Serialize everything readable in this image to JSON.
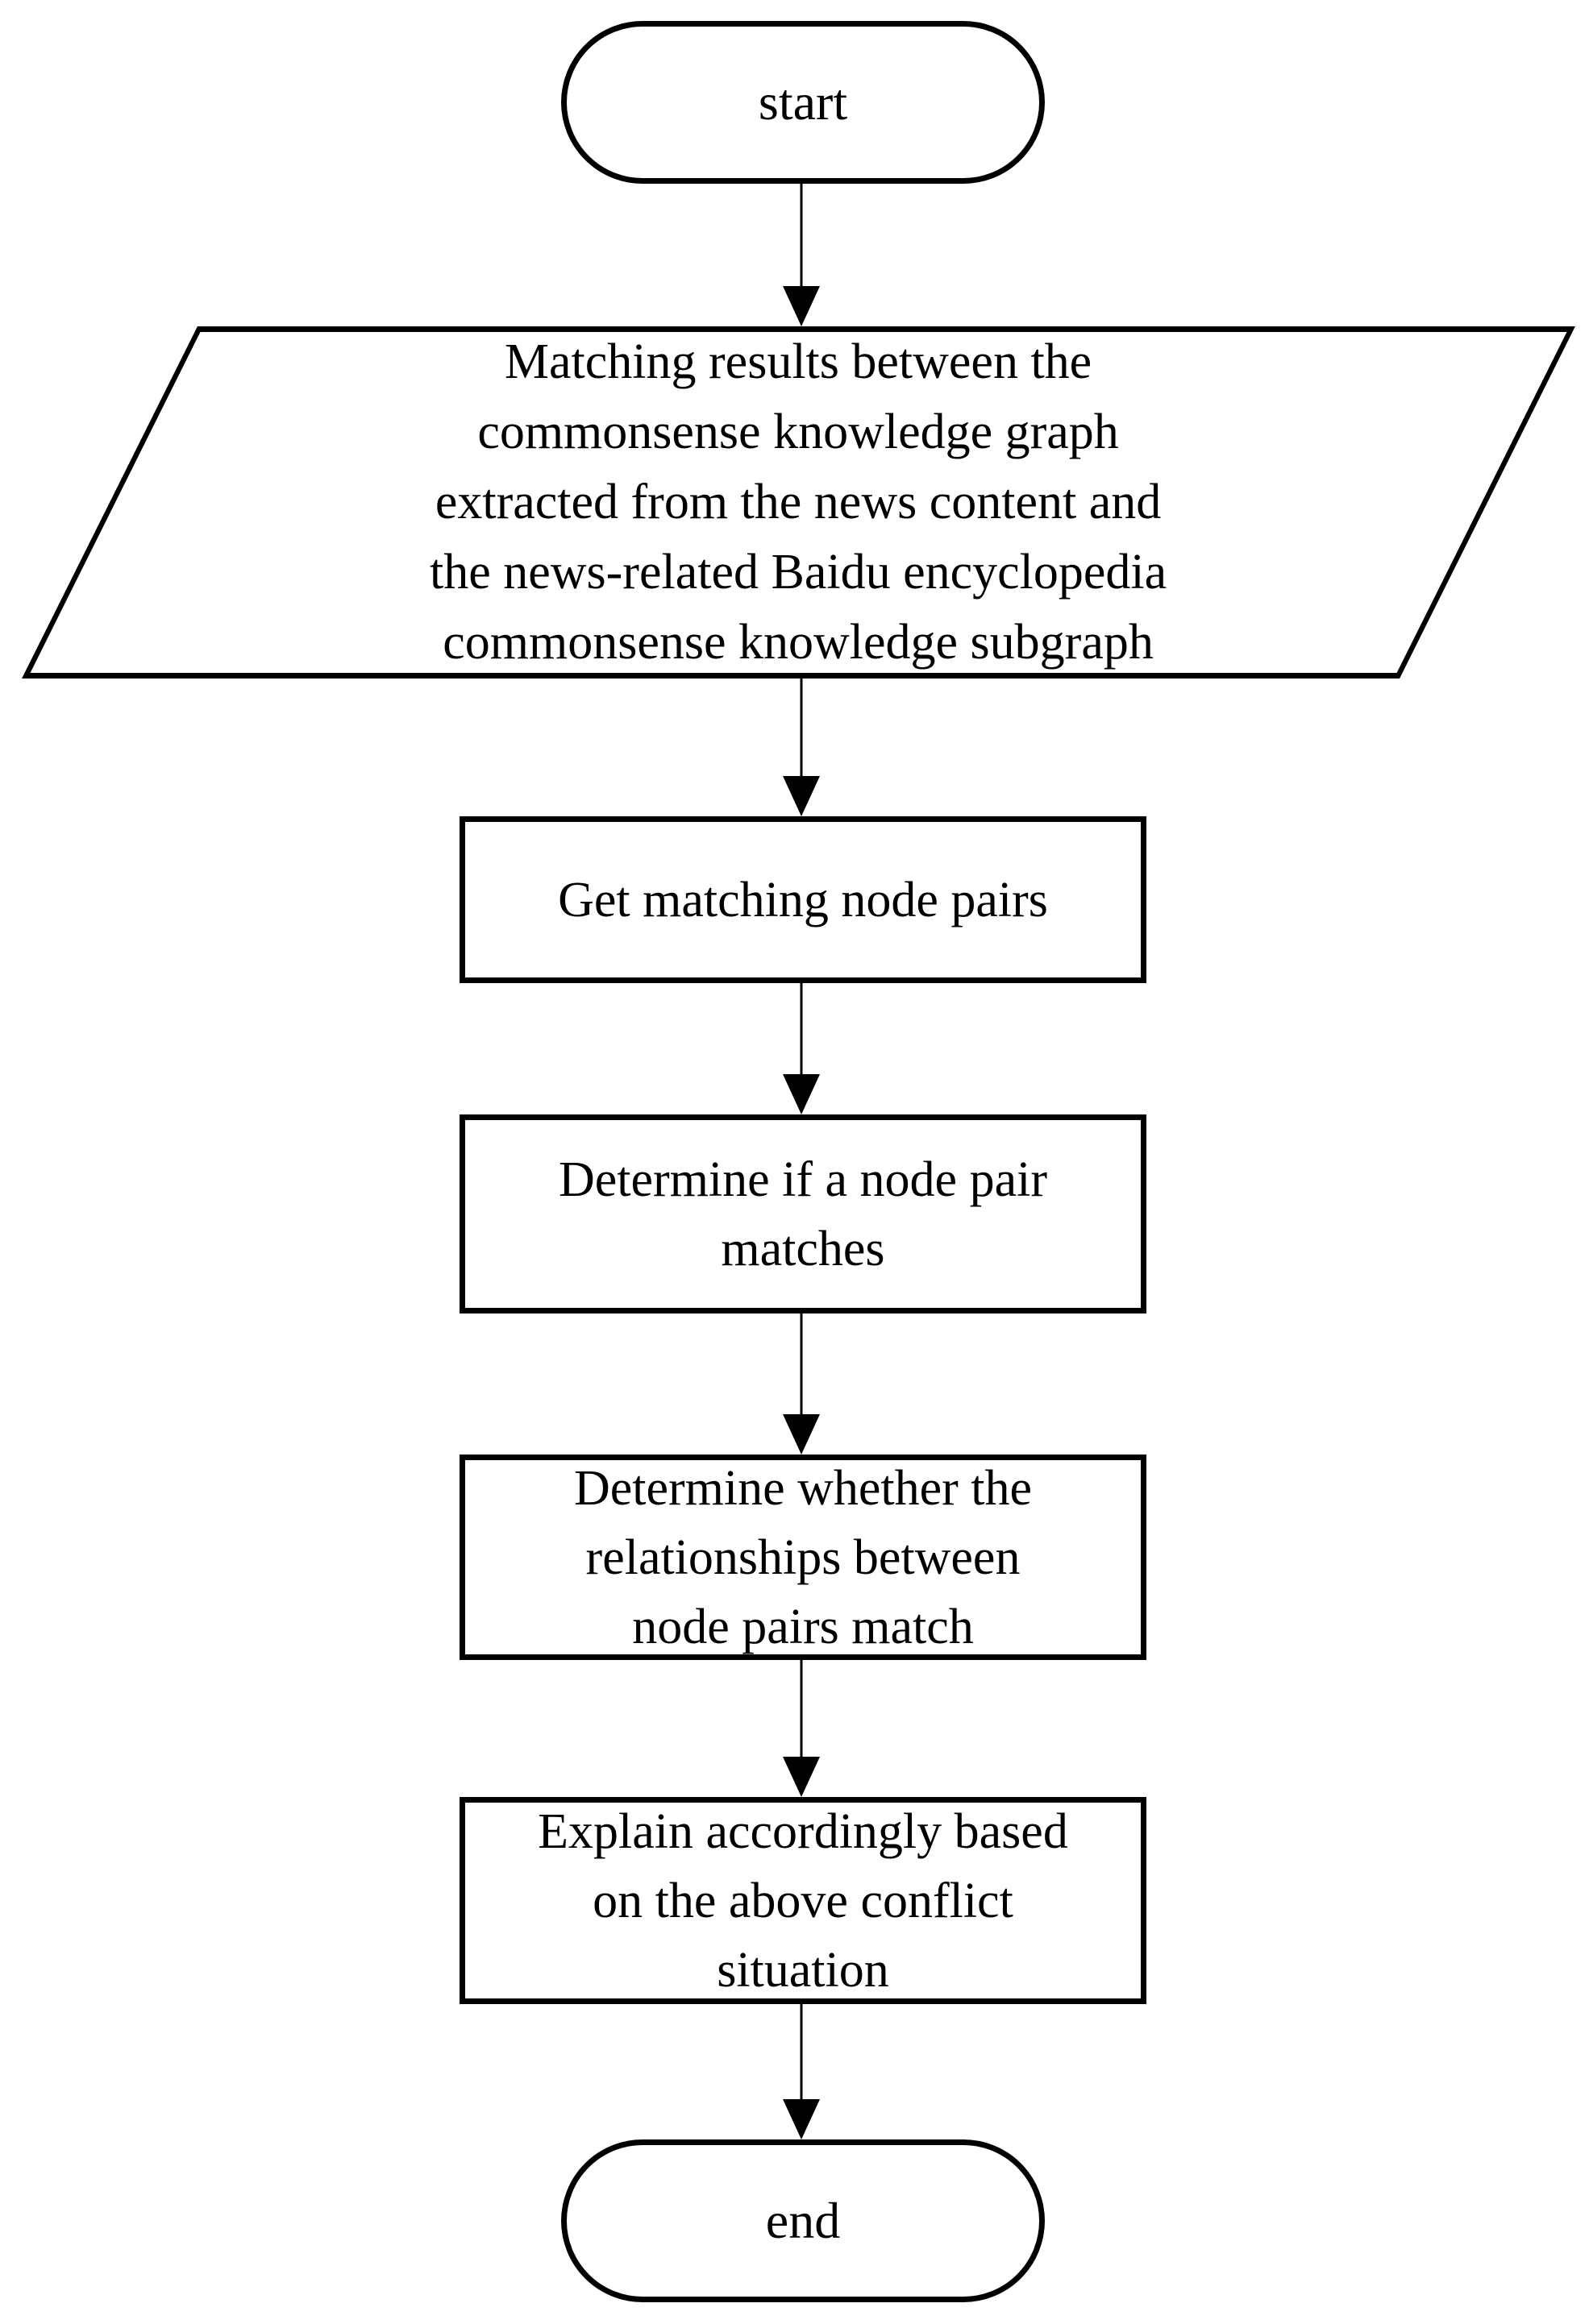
{
  "diagram": {
    "title": "conflict explanation flowchart",
    "background_color": "#ffffff",
    "stroke_color": "#000000",
    "nodes": {
      "start": {
        "shape": "stadium",
        "label": "start"
      },
      "input": {
        "shape": "parallelogram",
        "label": "Matching results between the\ncommonsense knowledge graph\nextracted from the news content and\nthe news-related Baidu encyclopedia\ncommonsense knowledge subgraph"
      },
      "step1": {
        "shape": "rectangle",
        "label": "Get matching node pairs"
      },
      "step2": {
        "shape": "rectangle",
        "label": "Determine if a node pair\nmatches"
      },
      "step3": {
        "shape": "rectangle",
        "label": "Determine whether the\nrelationships between\nnode pairs match"
      },
      "step4": {
        "shape": "rectangle",
        "label": "Explain accordingly based\non the above conflict\nsituation"
      },
      "end": {
        "shape": "stadium",
        "label": "end"
      }
    },
    "edges": [
      "start->input",
      "input->step1",
      "step1->step2",
      "step2->step3",
      "step3->step4",
      "step4->end"
    ]
  }
}
